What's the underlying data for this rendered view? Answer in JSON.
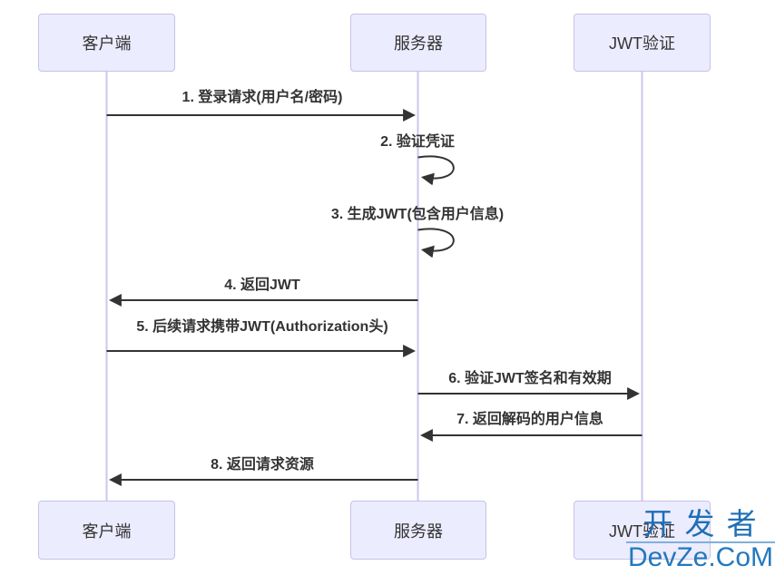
{
  "colors": {
    "actor_fill": "#ececff",
    "actor_border": "#c6c2e6",
    "lifeline": "#cdc6ec",
    "arrow": "#333333",
    "text": "#333333",
    "wm_blue": "#1e6fb5",
    "wm_blue2": "#2478bc",
    "wm_line": "#7fb0dc"
  },
  "diagram": {
    "type": "sequence",
    "actors": [
      {
        "id": "client",
        "label": "客户端"
      },
      {
        "id": "server",
        "label": "服务器"
      },
      {
        "id": "jwt",
        "label": "JWT验证"
      }
    ],
    "messages": [
      {
        "seq": 1,
        "label": "1. 登录请求(用户名/密码)",
        "from": "客户端",
        "to": "服务器",
        "kind": "arrow"
      },
      {
        "seq": 2,
        "label": "2. 验证凭证",
        "from": "服务器",
        "to": "服务器",
        "kind": "self-loop"
      },
      {
        "seq": 3,
        "label": "3. 生成JWT(包含用户信息)",
        "from": "服务器",
        "to": "服务器",
        "kind": "self-loop"
      },
      {
        "seq": 4,
        "label": "4. 返回JWT",
        "from": "服务器",
        "to": "客户端",
        "kind": "arrow"
      },
      {
        "seq": 5,
        "label": "5. 后续请求携带JWT(Authorization头)",
        "from": "客户端",
        "to": "服务器",
        "kind": "arrow"
      },
      {
        "seq": 6,
        "label": "6. 验证JWT签名和有效期",
        "from": "服务器",
        "to": "JWT验证",
        "kind": "arrow"
      },
      {
        "seq": 7,
        "label": "7. 返回解码的用户信息",
        "from": "JWT验证",
        "to": "服务器",
        "kind": "arrow"
      },
      {
        "seq": 8,
        "label": "8. 返回请求资源",
        "from": "服务器",
        "to": "客户端",
        "kind": "arrow"
      }
    ]
  },
  "watermark": {
    "title": "开 发 者",
    "site": "DevZe.CoM"
  }
}
